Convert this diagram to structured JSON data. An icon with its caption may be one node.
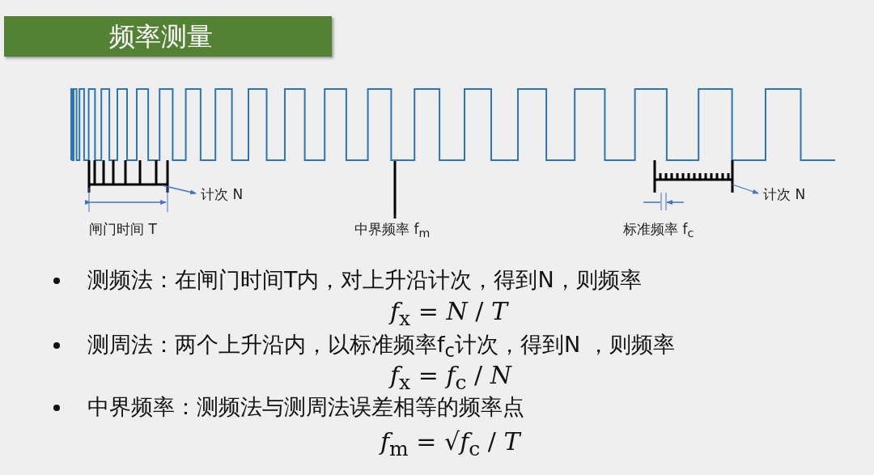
{
  "diagram": {
    "title": "频率测量",
    "nodes": [
      {
        "text": [],
        "shape": "waveform"
      },
      {
        "text": [],
        "shape": "bar"
      },
      {
        "text": [
          "计次 N"
        ]
      },
      {
        "text": [
          "中界频率 f$_{m}$"
        ]
      },
      {
        "text": [],
        "shape": "bar"
      },
      {
        "text": [
          "计次 N"
        ]
      }
    ],
    "edges": [
      {
        "from": 1,
        "to": 2,
        "arrow": "to"
      },
      {
        "from": 3,
        "to": 0,
        "arrow": "none",
        "style": "thick",
        "color": "#000000"
      },
      {
        "from": 4,
        "to": 5,
        "arrow": "to"
      }
    ],
    "labels": [
      "闸门时间 T",
      "标准频率 f$_{c}$",
      "测频法：在闸门时间T内，对上升沿计次，得到N，则频率",
      "*f*$_{x}$ = *N* / *T*",
      "测周法：两个上升沿内，以标准频率f$_{c}$计次，得到N ，则频率",
      "*f*$_{x}$ = *f*$_{c}$ / *N*",
      "中界频率：测频法与测周法误差相等的频率点",
      "*f*$_{m}$ = √*f*$_{c}$ / *T*"
    ]
  }
}
